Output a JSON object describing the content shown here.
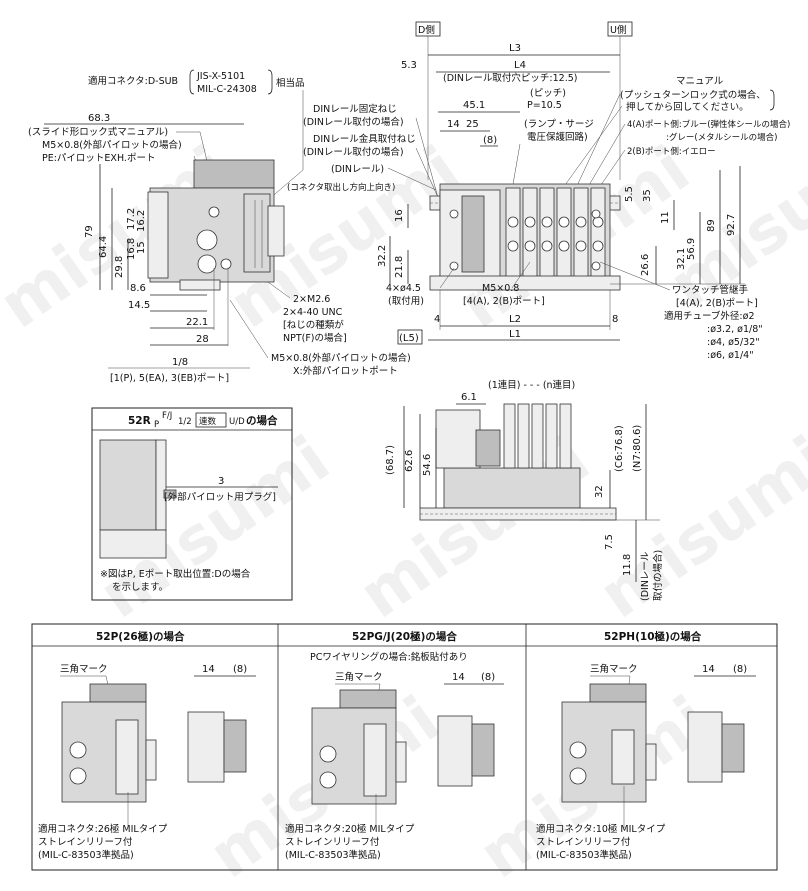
{
  "top_left": {
    "connector_label": "適用コネクタ:D-SUB",
    "connector_std1": "JIS-X-5101",
    "connector_std2": "MIL-C-24308",
    "connector_suffix": "相当品",
    "dim_68_3": "68.3",
    "slide_manual": "(スライド形ロック式マニュアル)",
    "m5_pilot": "M5×0.8(外部パイロットの場合)",
    "pe_port": "PE:パイロットEXH.ポート",
    "connector_up": "(コネクタ取出し方向上向き)",
    "dim_79": "79",
    "dim_64_4": "64.4",
    "dim_29_8": "29.8",
    "dim_17_2": "17.2",
    "dim_16_2": "16.2",
    "dim_16_8": "16.8",
    "dim_15": "15",
    "dim_8_6": "8.6",
    "dim_14_5": "14.5",
    "dim_22_1": "22.1",
    "dim_28": "28",
    "m2_6": "2×M2.6",
    "unc1": "2×4-40 UNC",
    "unc2": "[ねじの種類が",
    "unc3": "NPT(F)の場合]",
    "m5_ext": "M5×0.8(外部パイロットの場合)",
    "x_port": "X:外部パイロットポート",
    "port_1_8": "1/8",
    "port_list": "[1(P), 5(EA), 3(EB)ポート]"
  },
  "top_right": {
    "d_side": "D側",
    "u_side": "U側",
    "L3": "L3",
    "L4": "L4",
    "dim_5_3": "5.3",
    "din_pitch": "(DINレール取付穴ピッチ:12.5)",
    "manual": "マニュアル",
    "push_turn1": "(プッシュターンロック式の場合、",
    "push_turn2": "押してから回してください。",
    "pitch_label": "(ピッチ)",
    "pitch_value": "P=10.5",
    "dim_45_1": "45.1",
    "din_fix1": "DINレール固定ねじ",
    "din_fix2": "(DINレール取付の場合)",
    "din_bracket1": "DINレール金具取付ねじ",
    "din_bracket2": "(DINレール取付の場合)",
    "din_rail": "(DINレール)",
    "dim_14": "14",
    "dim_25": "25",
    "dim_8p": "(8)",
    "lamp1": "(ランプ・サージ",
    "lamp2": "電圧保護回路)",
    "port4_blue": "4(A)ポート側:ブルー(弾性体シールの場合)",
    "port4_grey": ":グレー(メタルシールの場合)",
    "port2_yellow": "2(B)ポート側:イエロー",
    "dim_16": "16",
    "dim_32_2": "32.2",
    "dim_21_8": "21.8",
    "dim_5_5": "5.5",
    "dim_35": "35",
    "dim_11": "11",
    "dim_89": "89",
    "dim_92_7": "92.7",
    "dim_56_9": "56.9",
    "dim_32_1": "32.1",
    "dim_26_6": "26.6",
    "hole": "4×ø4.5",
    "hole_note": "(取付用)",
    "m5_ab": "M5×0.8",
    "m5_ab_ports": "[4(A), 2(B)ポート]",
    "one_touch": "ワンタッチ管継手",
    "one_touch_ports": "[4(A), 2(B)ポート]",
    "tube_od": "適用チューブ外径:ø2",
    "tube_1": ":ø3.2, ø1/8\"",
    "tube_2": ":ø4, ø5/32\"",
    "tube_3": ":ø6, ø1/4\"",
    "dim_4": "4",
    "L2": "L2",
    "dim_8": "8",
    "L5": "(L5)",
    "L1": "L1"
  },
  "middle_right": {
    "stations": "(1連目) - - - (n連目)",
    "dim_6_1": "6.1",
    "dim_68_7": "(68.7)",
    "dim_62_6": "62.6",
    "dim_54_6": "54.6",
    "dim_32": "32",
    "c6": "(C6:76.8)",
    "n7": "(N7:80.6)",
    "dim_7_5": "7.5",
    "dim_11_8": "11.8",
    "din_mount1": "(DINレール",
    "din_mount2": "取付の場合)"
  },
  "inset": {
    "title_prefix": "52R",
    "title_sub": "P",
    "title_sup": "F/J",
    "title_frac": "1/2",
    "title_box": "連数",
    "title_ud": "U/D",
    "title_suffix": "の場合",
    "dim_3": "3",
    "plug": "[外部パイロット用プラグ]",
    "note1": "※図はP, Eポート取出位置:Dの場合",
    "note2": "を示します。"
  },
  "bottom": {
    "panels": [
      {
        "title": "52P(26極)の場合",
        "subtitle": "",
        "triangle": "三角マーク",
        "dim_14": "14",
        "dim_8": "(8)",
        "conn1": "適用コネクタ:26極 MILタイプ",
        "conn2": "ストレインリリーフ付",
        "conn3": "(MIL-C-83503準拠品)"
      },
      {
        "title": "52PG/J(20極)の場合",
        "subtitle": "PCワイヤリングの場合:銘板貼付あり",
        "triangle": "三角マーク",
        "dim_14": "14",
        "dim_8": "(8)",
        "conn1": "適用コネクタ:20極 MILタイプ",
        "conn2": "ストレインリリーフ付",
        "conn3": "(MIL-C-83503準拠品)"
      },
      {
        "title": "52PH(10極)の場合",
        "subtitle": "",
        "triangle": "三角マーク",
        "dim_14": "14",
        "dim_8": "(8)",
        "conn1": "適用コネクタ:10極 MILタイプ",
        "conn2": "ストレインリリーフ付",
        "conn3": "(MIL-C-83503準拠品)"
      }
    ]
  },
  "watermark": "misumi"
}
